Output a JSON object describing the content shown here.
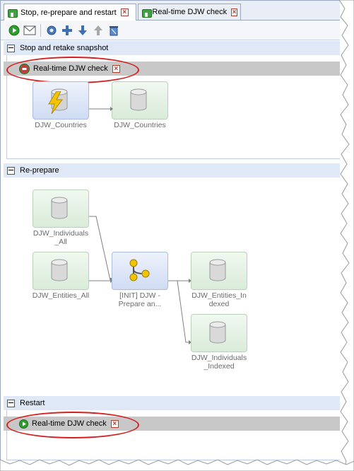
{
  "tabs": [
    {
      "label": "Stop, re-prepare and restart",
      "active": true
    },
    {
      "label": "Real-time DJW check",
      "active": false
    }
  ],
  "toolbar": {
    "icons": [
      "run-icon",
      "email-icon",
      "settings-icon",
      "add-icon",
      "move-down-icon",
      "move-up-icon",
      "delete-icon"
    ]
  },
  "sections": {
    "stop": {
      "title": "Stop and retake snapshot",
      "lane": "Real-time DJW check",
      "lane_icon": "stop-icon"
    },
    "reprepare": {
      "title": "Re-prepare"
    },
    "restart": {
      "title": "Restart",
      "lane": "Real-time DJW check",
      "lane_icon": "play-icon"
    }
  },
  "nodes": {
    "stop_source": "DJW_Countries",
    "stop_target": "DJW_Countries",
    "individuals_all": "DJW_Individuals\n_All",
    "entities_all": "DJW_Entities_All",
    "prepare": "[INIT] DJW -\nPrepare an...",
    "entities_indexed": "DJW_Entities_In\ndexed",
    "individuals_indexed": "DJW_Individuals\n_Indexed"
  },
  "colors": {
    "accent": "#d42020",
    "section_header": "#dfe8f6",
    "lane": "#c8c8c8"
  }
}
